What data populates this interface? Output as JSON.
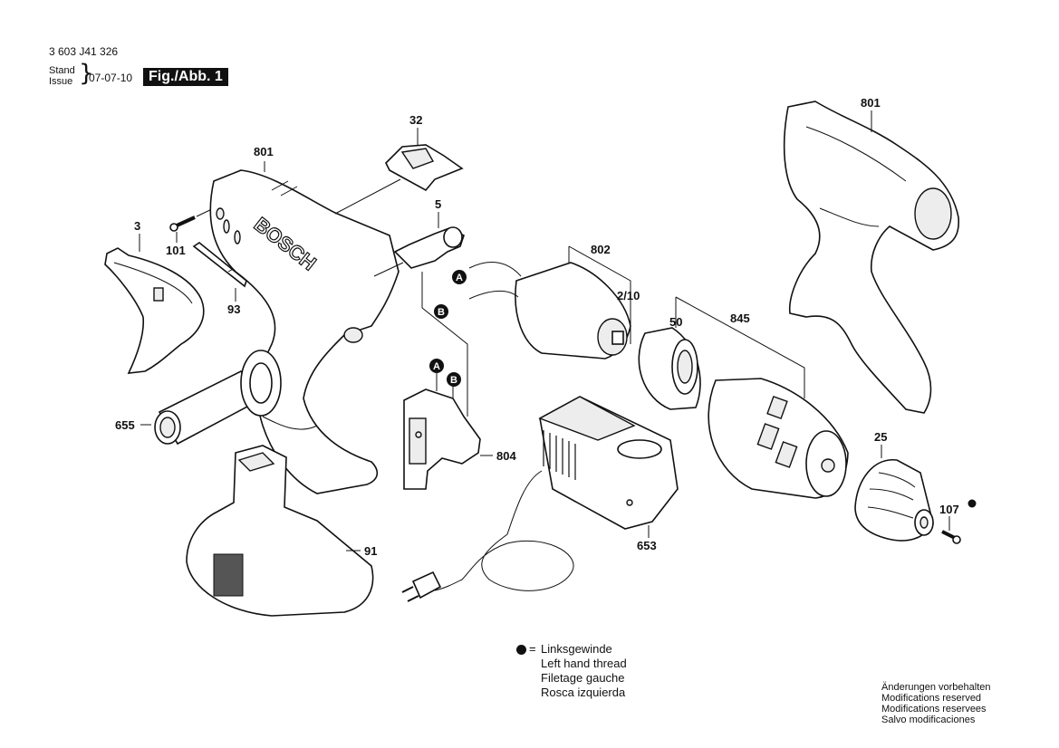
{
  "header": {
    "part_code": "3 603 J41 326",
    "stand_label": "Stand",
    "issue_label": "Issue",
    "date": "07-07-10",
    "figure_label": "Fig./Abb. 1"
  },
  "parts": [
    {
      "id": "801",
      "label": "801",
      "name": "housing-left"
    },
    {
      "id": "32",
      "label": "32",
      "name": "switch-cover"
    },
    {
      "id": "5",
      "label": "5",
      "name": "direction-switch"
    },
    {
      "id": "3",
      "label": "3",
      "name": "belt-clip"
    },
    {
      "id": "101",
      "label": "101",
      "name": "screw"
    },
    {
      "id": "93",
      "label": "93",
      "name": "screwdriver-bit"
    },
    {
      "id": "802",
      "label": "802",
      "name": "motor"
    },
    {
      "id": "2/10",
      "label": "2/10",
      "name": "motor-pinion"
    },
    {
      "id": "50",
      "label": "50",
      "name": "gear-ring"
    },
    {
      "id": "845",
      "label": "845",
      "name": "gearbox"
    },
    {
      "id": "801b",
      "label": "801",
      "name": "housing-right"
    },
    {
      "id": "655",
      "label": "655",
      "name": "auxiliary-handle"
    },
    {
      "id": "804",
      "label": "804",
      "name": "switch"
    },
    {
      "id": "653",
      "label": "653",
      "name": "charger"
    },
    {
      "id": "25",
      "label": "25",
      "name": "keyless-chuck"
    },
    {
      "id": "107",
      "label": "107",
      "name": "chuck-screw"
    },
    {
      "id": "91",
      "label": "91",
      "name": "battery-pack"
    }
  ],
  "connectors": {
    "a": "A",
    "b": "B"
  },
  "brand_text": "BOSCH",
  "legend": {
    "symbol": "left-hand-thread-dot",
    "equals": "=",
    "lines": [
      "Linksgewinde",
      "Left hand thread",
      "Filetage gauche",
      "Rosca izquierda"
    ]
  },
  "modifications": [
    "Änderungen vorbehalten",
    "Modifications reserved",
    "Modifications reservees",
    "Salvo modificaciones"
  ]
}
